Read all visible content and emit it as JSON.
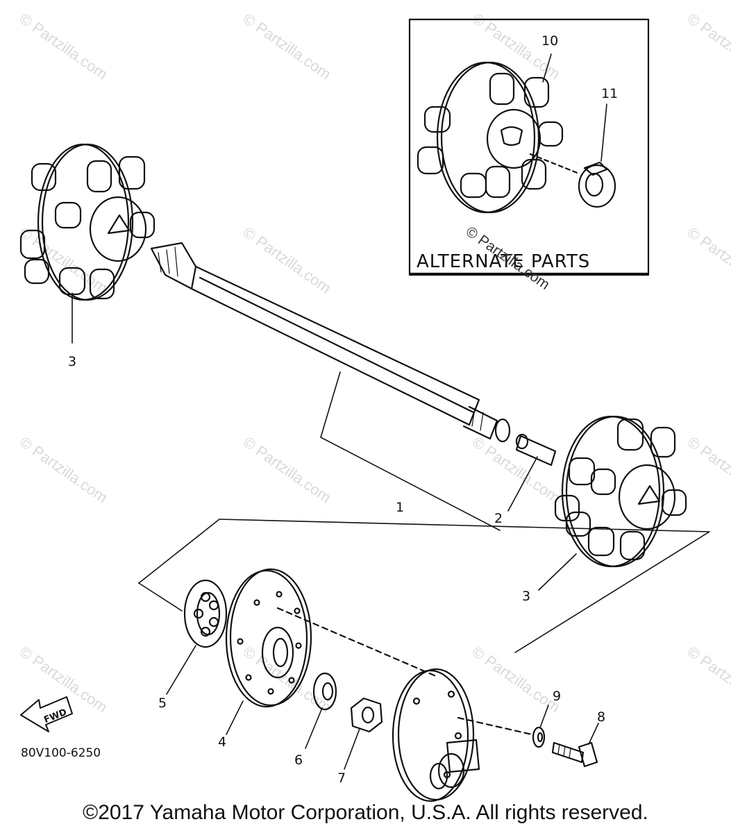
{
  "inset": {
    "caption": "ALTERNATE PARTS"
  },
  "callouts": {
    "part_1": "1",
    "part_2": "2",
    "part_3_left": "3",
    "part_3_right": "3",
    "part_4": "4",
    "part_5": "5",
    "part_6": "6",
    "part_7": "7",
    "part_8": "8",
    "part_9": "9",
    "part_10": "10",
    "part_11": "11"
  },
  "fwd_arrow": {
    "label": "FWD"
  },
  "diagram_code": "80V100-6250",
  "copyright": "©2017  Yamaha Motor Corporation, U.S.A. All rights reserved.",
  "watermark": {
    "text": "© Partzilla.com"
  },
  "colors": {
    "ink": "#111111",
    "watermark": "#d9d9d9",
    "background": "#ffffff"
  }
}
